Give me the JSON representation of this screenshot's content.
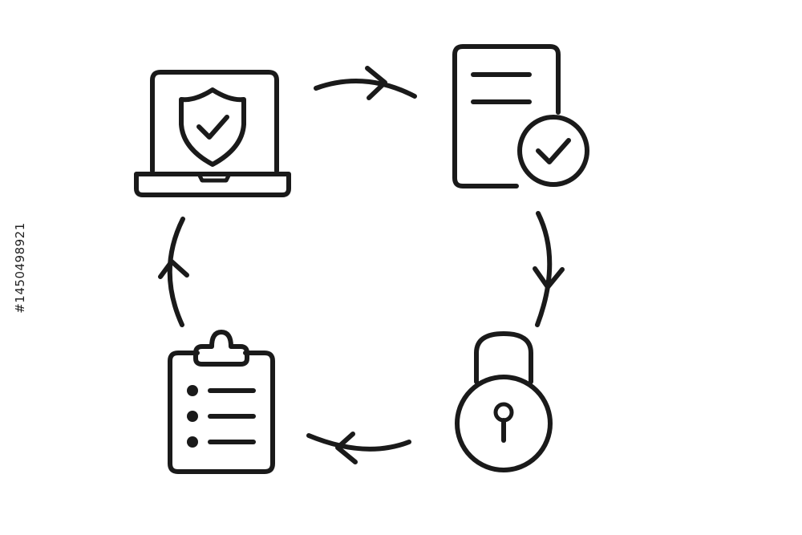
{
  "watermark": {
    "stock_id": "#1450498921"
  },
  "diagram": {
    "flow": "clockwise",
    "stroke_color": "#1a1a1a",
    "background": "#ffffff",
    "nodes": [
      {
        "id": "laptop-shield",
        "icon": "laptop-shield-check-icon",
        "position": "top-left"
      },
      {
        "id": "document-check",
        "icon": "document-check-icon",
        "position": "top-right"
      },
      {
        "id": "padlock",
        "icon": "padlock-icon",
        "position": "bottom-right"
      },
      {
        "id": "clipboard-list",
        "icon": "clipboard-list-icon",
        "position": "bottom-left"
      }
    ],
    "edges": [
      {
        "from": "laptop-shield",
        "to": "document-check"
      },
      {
        "from": "document-check",
        "to": "padlock"
      },
      {
        "from": "padlock",
        "to": "clipboard-list"
      },
      {
        "from": "clipboard-list",
        "to": "laptop-shield"
      }
    ]
  }
}
